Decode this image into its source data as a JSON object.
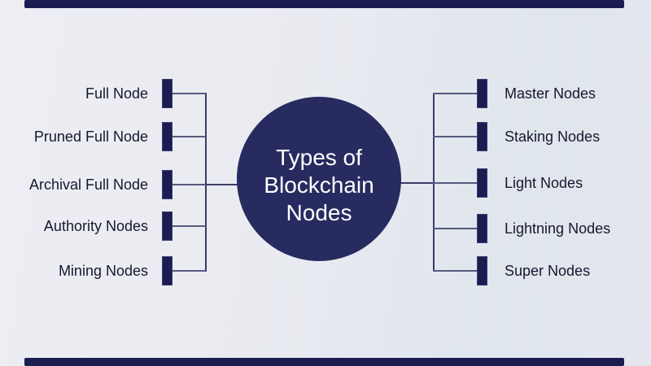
{
  "diagram": {
    "type": "mind-map",
    "center": {
      "title": "Types of Blockchain Nodes",
      "title_lines": [
        "Types of",
        "Blockchain",
        "Nodes"
      ]
    },
    "left": {
      "items": [
        "Full Node",
        "Pruned Full Node",
        "Archival Full Node",
        "Authority Nodes",
        "Mining Nodes"
      ]
    },
    "right": {
      "items": [
        "Master Nodes",
        "Staking Nodes",
        "Light Nodes",
        "Lightning Nodes",
        "Super Nodes"
      ]
    },
    "colors": {
      "accent_navy": "#1a1c52",
      "circle_fill": "#272b60",
      "connector_line": "#565a80",
      "branch_line": "#3a3d68",
      "label_text": "#17172e",
      "circle_text": "#ffffff",
      "background_left": "#edeef4",
      "background_right": "#dfe6ec"
    }
  }
}
